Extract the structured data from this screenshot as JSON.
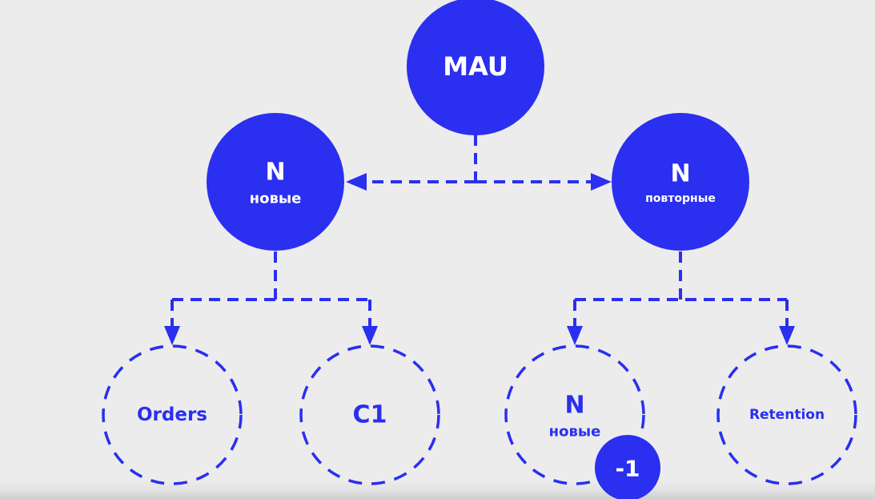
{
  "colors": {
    "accent": "#2a2ff0",
    "background": "#ececec",
    "label_on_solid": "#ffffff"
  },
  "nodes": {
    "mau": {
      "label": "MAU"
    },
    "new": {
      "label": "N",
      "sublabel": "новые"
    },
    "repeat": {
      "label": "N",
      "sublabel": "повторные"
    },
    "orders": {
      "label": "Orders"
    },
    "c1": {
      "label": "C1"
    },
    "new_prev": {
      "label": "N",
      "sublabel": "новые"
    },
    "minus_one": {
      "label": "-1"
    },
    "retention": {
      "label": "Retention"
    }
  }
}
